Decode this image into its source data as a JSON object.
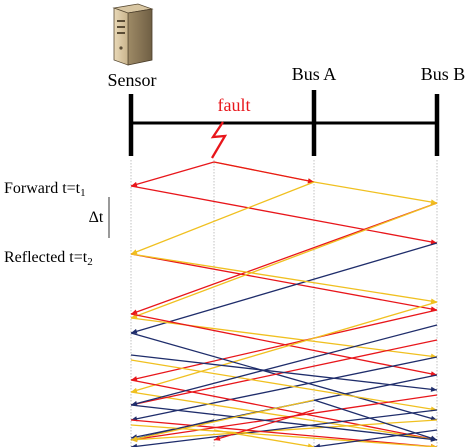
{
  "labels": {
    "sensor": "Sensor",
    "bus_a": "Bus A",
    "bus_b": "Bus B",
    "fault": "fault",
    "forward": "Forward t=t",
    "forward_sub": "1",
    "delta_t": "Δt",
    "reflected": "Reflected t=t",
    "reflected_sub": "2"
  },
  "icons": {
    "sensor": "server-tower-icon",
    "fault": "lightning-bolt-icon"
  },
  "colors": {
    "line": "#000000",
    "fault": "#e8161b",
    "ray_red": "#e8161b",
    "ray_yellow": "#f0c020",
    "ray_navy": "#1f2d6b",
    "guide": "#9a9a9a"
  }
}
